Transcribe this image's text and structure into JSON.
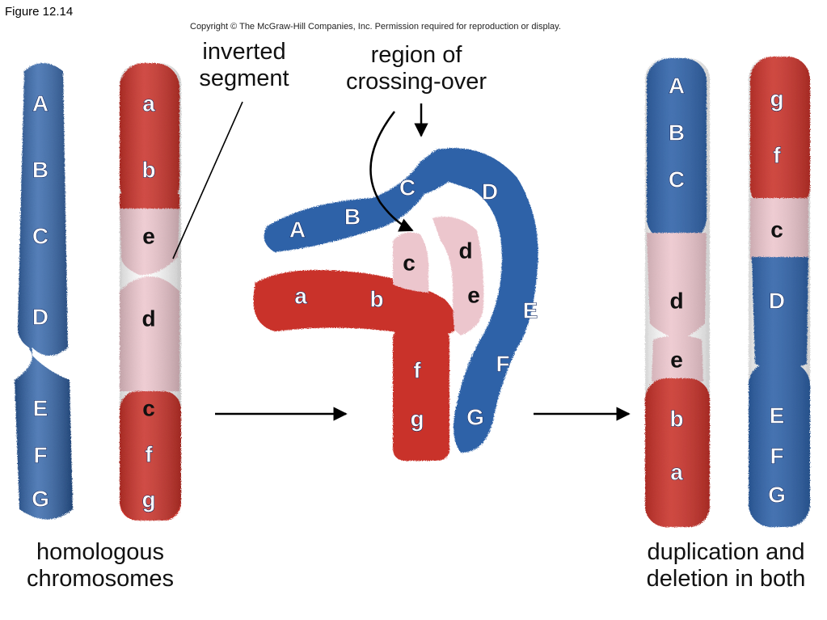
{
  "figure_label": "Figure 12.14",
  "copyright": "Copyright © The McGraw-Hill Companies, Inc. Permission required for reproduction or display.",
  "annotations": {
    "inverted_segment": "inverted\nsegment",
    "region_of_crossing_over": "region of\ncrossing-over"
  },
  "captions": {
    "left": "homologous\nchromosomes",
    "right": "duplication and\ndeletion in both"
  },
  "colors": {
    "blue": "#2f62a8",
    "red": "#c9332b",
    "pink": "#ecc6cd"
  },
  "chromosomes": {
    "left_blue": [
      "A",
      "B",
      "C",
      "D",
      "E",
      "F",
      "G"
    ],
    "left_red": [
      "a",
      "b",
      "e",
      "d",
      "c",
      "f",
      "g"
    ],
    "loop_blue": [
      "A",
      "B",
      "C",
      "D",
      "E",
      "F",
      "G"
    ],
    "loop_red": [
      "a",
      "b",
      "c",
      "d",
      "e",
      "f",
      "g"
    ],
    "right_blue_red": [
      "A",
      "B",
      "C",
      "d",
      "e",
      "b",
      "a"
    ],
    "right_red_blue": [
      "g",
      "f",
      "c",
      "D",
      "E",
      "F",
      "G"
    ]
  }
}
